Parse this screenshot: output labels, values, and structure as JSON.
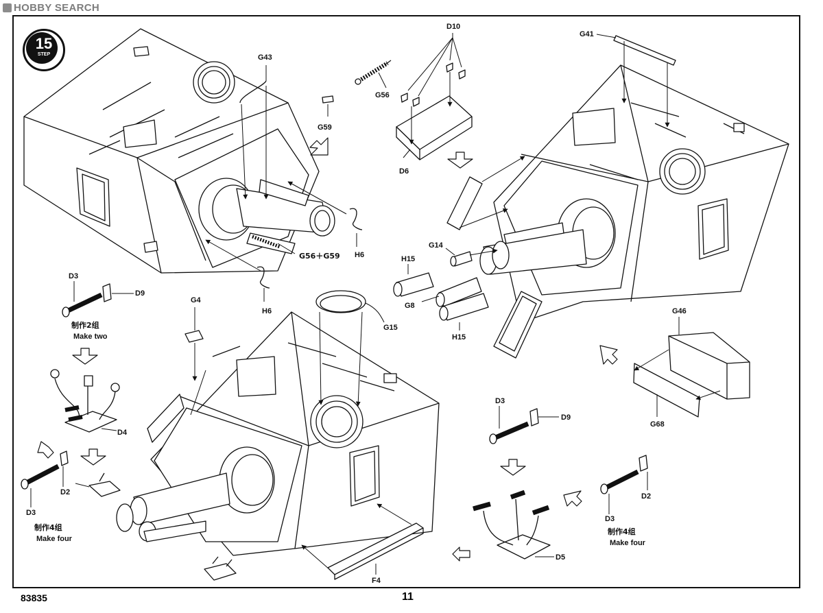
{
  "watermark": "HOBBY SEARCH",
  "step": {
    "number": "15",
    "word": "STEP"
  },
  "part_number": "83835",
  "page_number": "11",
  "labels": {
    "g43": "G43",
    "g56": "G56",
    "g59": "G59",
    "d10": "D10",
    "d6": "D6",
    "g41": "G41",
    "h6a": "H6",
    "h6b": "H6",
    "g56g59": "G56＋G59",
    "g14": "G14",
    "h15a": "H15",
    "h15b": "H15",
    "g8": "G8",
    "d3a": "D3",
    "d9a": "D9",
    "g4": "G4",
    "g15": "G15",
    "d4": "D4",
    "d2a": "D2",
    "d3b": "D3",
    "d3c": "D3",
    "d9b": "D9",
    "d5": "D5",
    "d2b": "D2",
    "d3d": "D3",
    "g46": "G46",
    "g68": "G68",
    "f4": "F4"
  },
  "notes": {
    "make_two_cn": "制作2组",
    "make_two_en": "Make two",
    "make_four_cn_a": "制作4组",
    "make_four_en_a": "Make four",
    "make_four_cn_b": "制作4组",
    "make_four_en_b": "Make four"
  }
}
